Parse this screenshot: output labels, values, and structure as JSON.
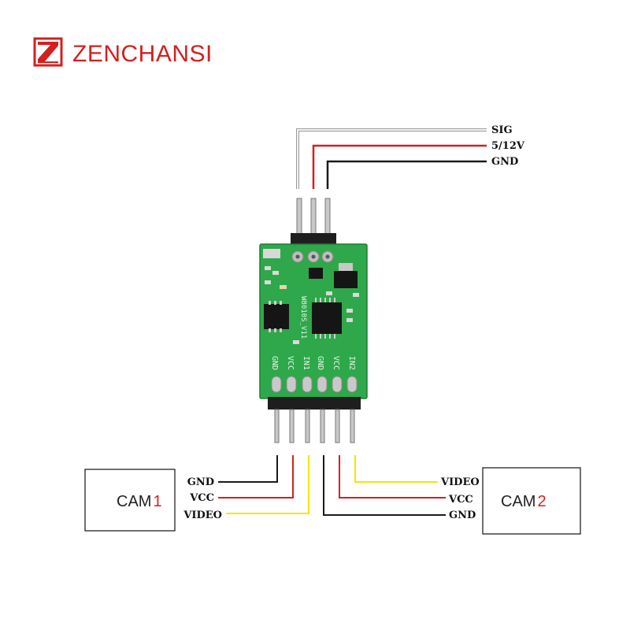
{
  "brand": {
    "name": "ZENCHANSI",
    "logo_letter": "Z",
    "color": "#d3201f"
  },
  "top_connector": {
    "labels": [
      "SIG",
      "5/12V",
      "GND"
    ],
    "wire_colors": [
      "#e6e6e6",
      "#d42020",
      "#1a1a1a"
    ]
  },
  "board": {
    "color": "#2ea84a",
    "silkscreen": "W8010S_V11",
    "pin_labels": [
      "GND",
      "VCC",
      "IN1",
      "GND",
      "VCC",
      "IN2"
    ]
  },
  "cam1": {
    "name": "CAM",
    "number": "1",
    "labels": [
      "GND",
      "VCC",
      "VIDEO"
    ]
  },
  "cam2": {
    "name": "CAM",
    "number": "2",
    "labels": [
      "VIDEO",
      "VCC",
      "GND"
    ]
  },
  "colors": {
    "gnd_wire": "#1a1a1a",
    "vcc_wire": "#d42020",
    "video_wire": "#f2e600",
    "sig_wire": "#e0e0e0",
    "accent_number": "#d3201f"
  }
}
